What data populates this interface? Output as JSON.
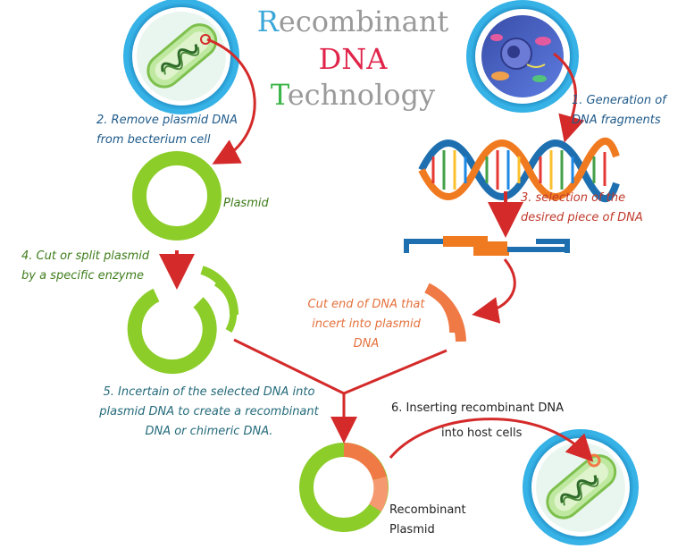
{
  "title": {
    "line1_first": "R",
    "line1_rest": "ecombinant",
    "line2": "DNA",
    "line3_first": "T",
    "line3_rest": "echnology",
    "colors": {
      "r": "#3aa6d8",
      "dna": "#e0244a",
      "t": "#3cb64a",
      "rest": "#9a9a9a"
    }
  },
  "steps": {
    "step1": [
      "1. Generation of",
      "DNA fragments"
    ],
    "step2": [
      "2. Remove plasmid DNA",
      "from becterium cell"
    ],
    "step3": [
      "3. selection of the",
      "desired piece of DNA"
    ],
    "step4": [
      "4. Cut or split plasmid",
      "by a specific enzyme"
    ],
    "step5": [
      "5. Incertain of the selected DNA into",
      "plasmid DNA to create a recombinant",
      "DNA or chimeric DNA."
    ],
    "step6": [
      "6. Inserting recombinant DNA",
      "into host cells"
    ]
  },
  "labels": {
    "plasmid": "Plasmid",
    "cut_end": [
      "Cut end of DNA that",
      "incert into plasmid",
      "DNA"
    ],
    "recombinant": [
      "Recombinant",
      "Plasmid"
    ]
  },
  "colors": {
    "arrow": "#d42a2a",
    "plasmid_green": "#8ccd2a",
    "insert_orange": "#f07a45",
    "ring_blue": "#1b8fc9"
  }
}
